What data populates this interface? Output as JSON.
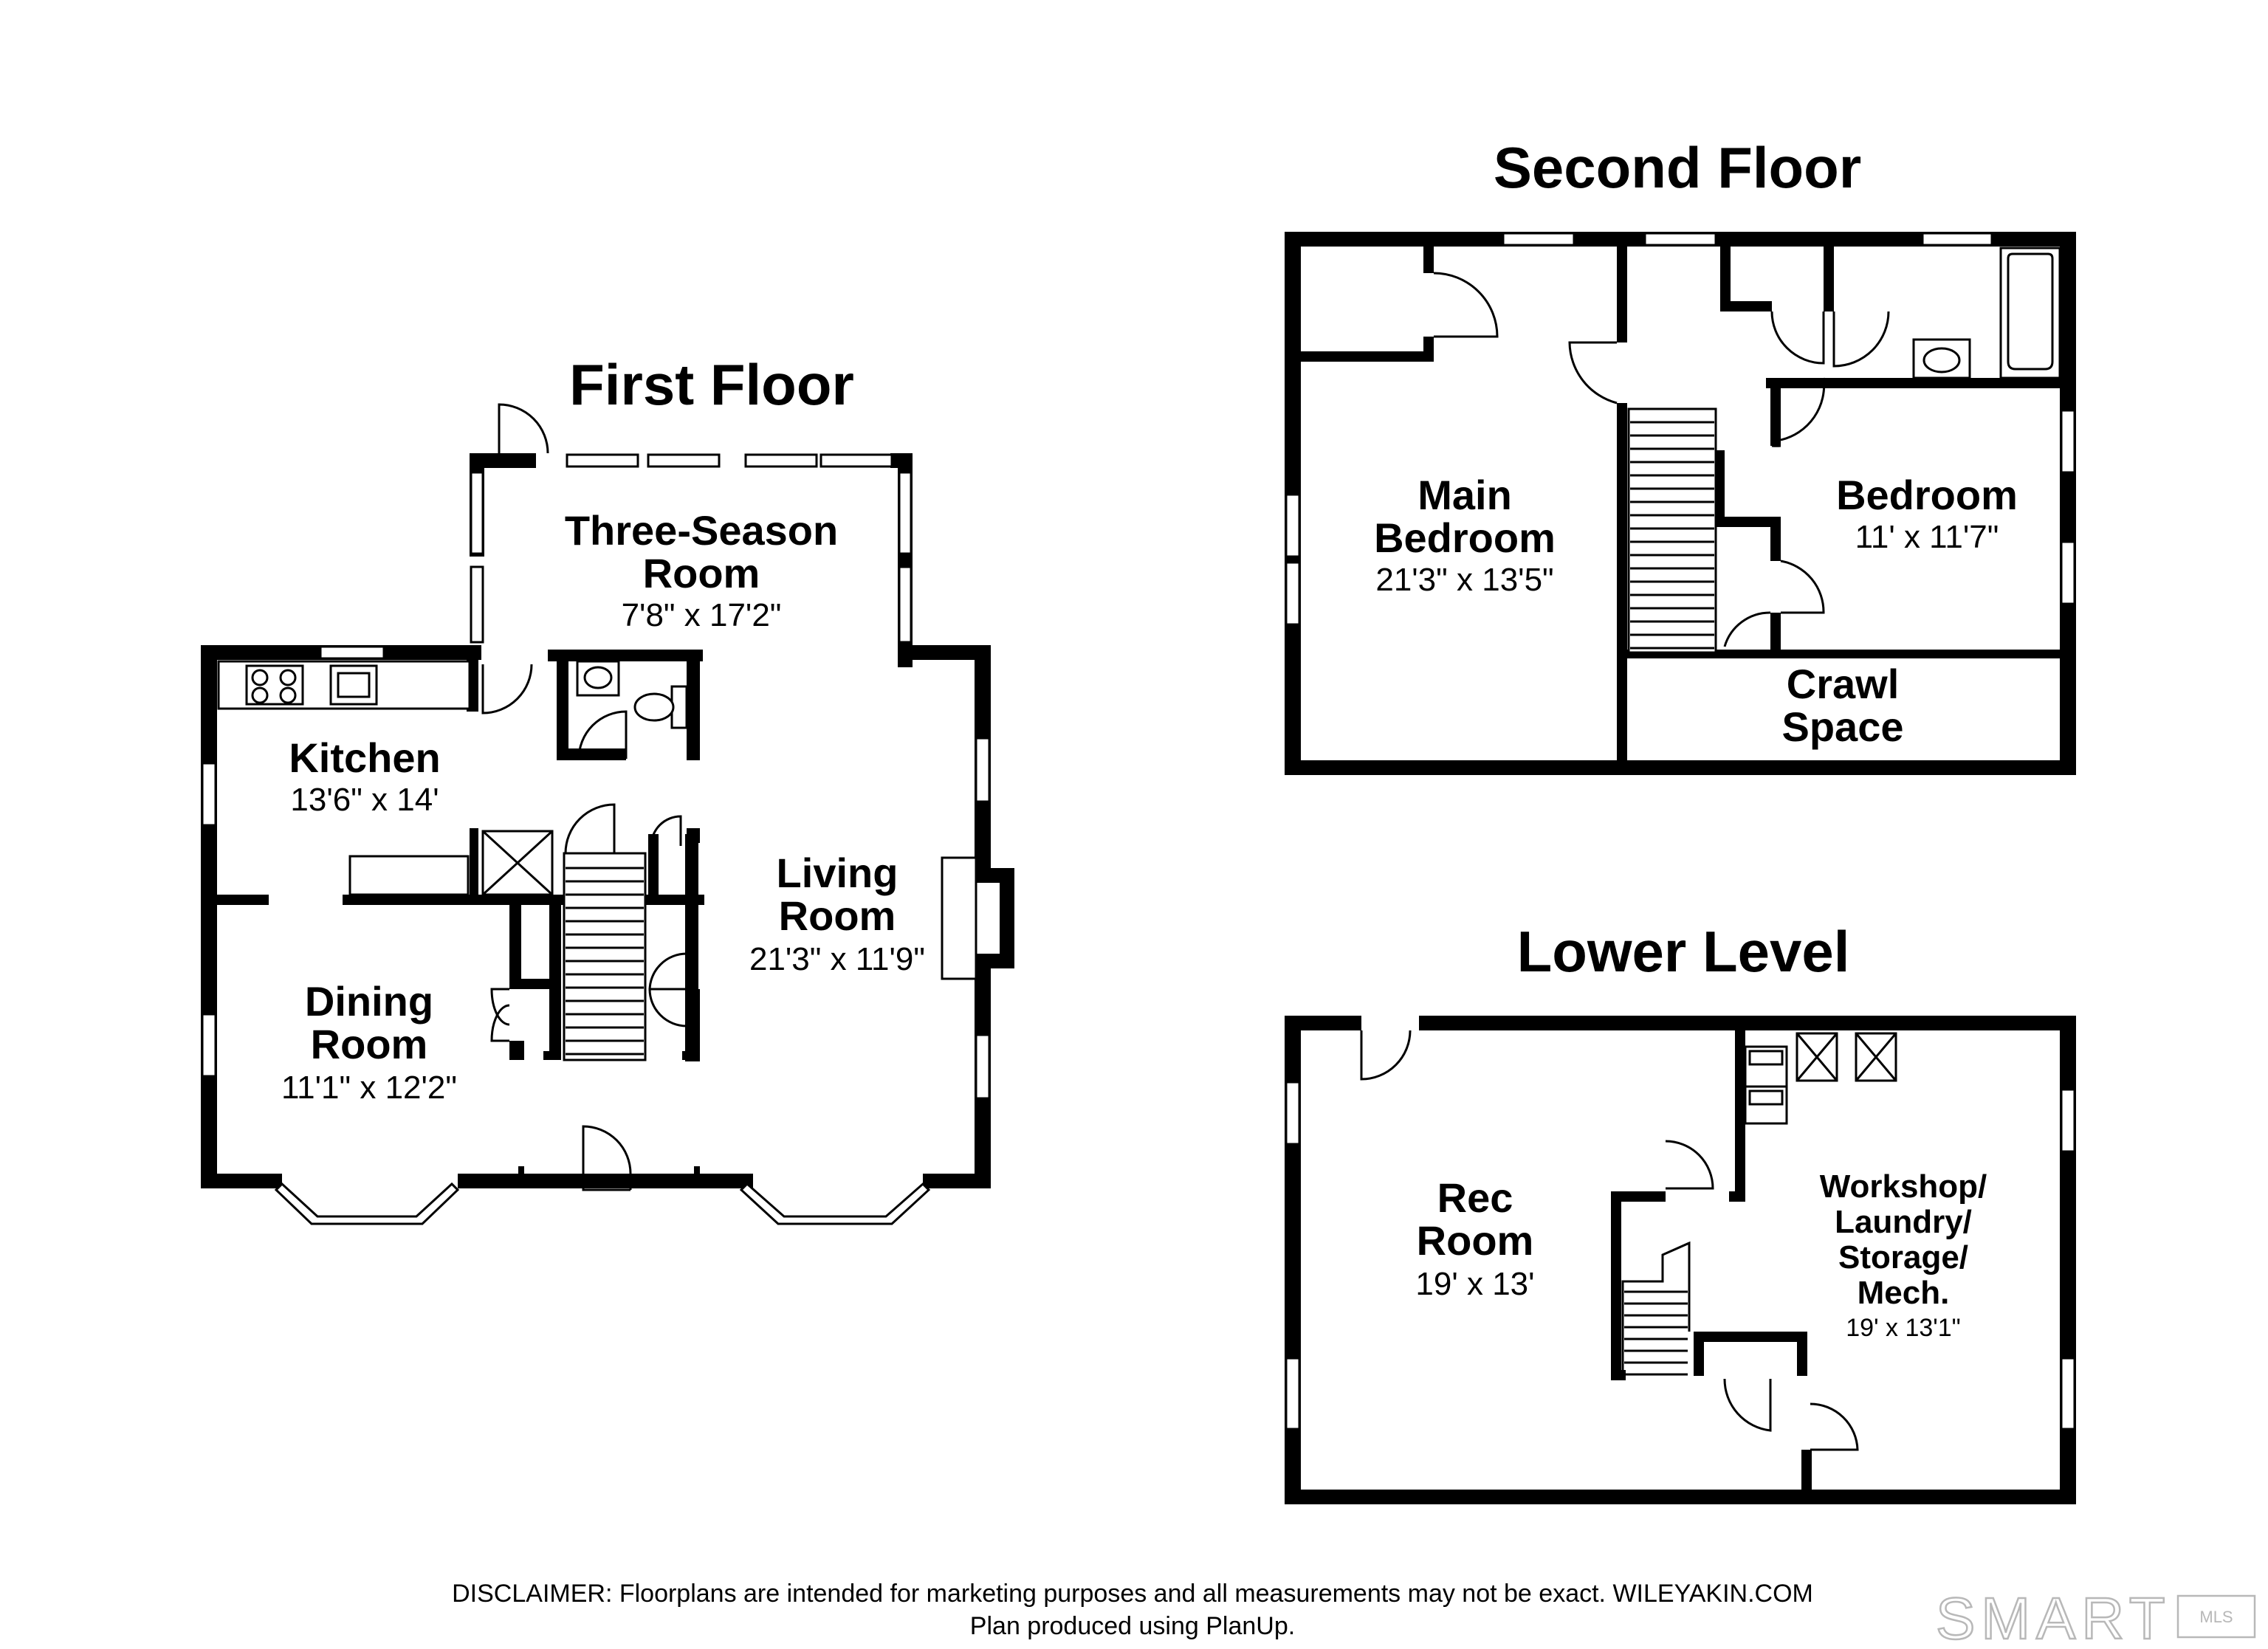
{
  "floors": {
    "first": {
      "title": "First Floor",
      "rooms": {
        "three_season": {
          "name_line1": "Three-Season",
          "name_line2": "Room",
          "dims": "7'8\" x 17'2\""
        },
        "kitchen": {
          "name": "Kitchen",
          "dims": "13'6\" x 14'"
        },
        "living": {
          "name_line1": "Living",
          "name_line2": "Room",
          "dims": "21'3\" x 11'9\""
        },
        "dining": {
          "name_line1": "Dining",
          "name_line2": "Room",
          "dims": "11'1\" x 12'2\""
        }
      }
    },
    "second": {
      "title": "Second Floor",
      "rooms": {
        "main_bedroom": {
          "name_line1": "Main",
          "name_line2": "Bedroom",
          "dims": "21'3\" x 13'5\""
        },
        "bedroom": {
          "name": "Bedroom",
          "dims": "11' x 11'7\""
        },
        "crawl": {
          "name_line1": "Crawl",
          "name_line2": "Space"
        }
      }
    },
    "lower": {
      "title": "Lower Level",
      "rooms": {
        "rec": {
          "name_line1": "Rec",
          "name_line2": "Room",
          "dims": "19' x 13'"
        },
        "workshop": {
          "name_line1": "Workshop/",
          "name_line2": "Laundry/",
          "name_line3": "Storage/",
          "name_line4": "Mech.",
          "dims": "19' x 13'1\""
        }
      }
    }
  },
  "footer": {
    "disclaimer_line1": "DISCLAIMER: Floorplans are intended for marketing purposes and all measurements may not be exact. WILEYAKIN.COM",
    "disclaimer_line2": "Plan produced using PlanUp."
  },
  "logo": {
    "text": "SMART",
    "suffix": "MLS"
  }
}
